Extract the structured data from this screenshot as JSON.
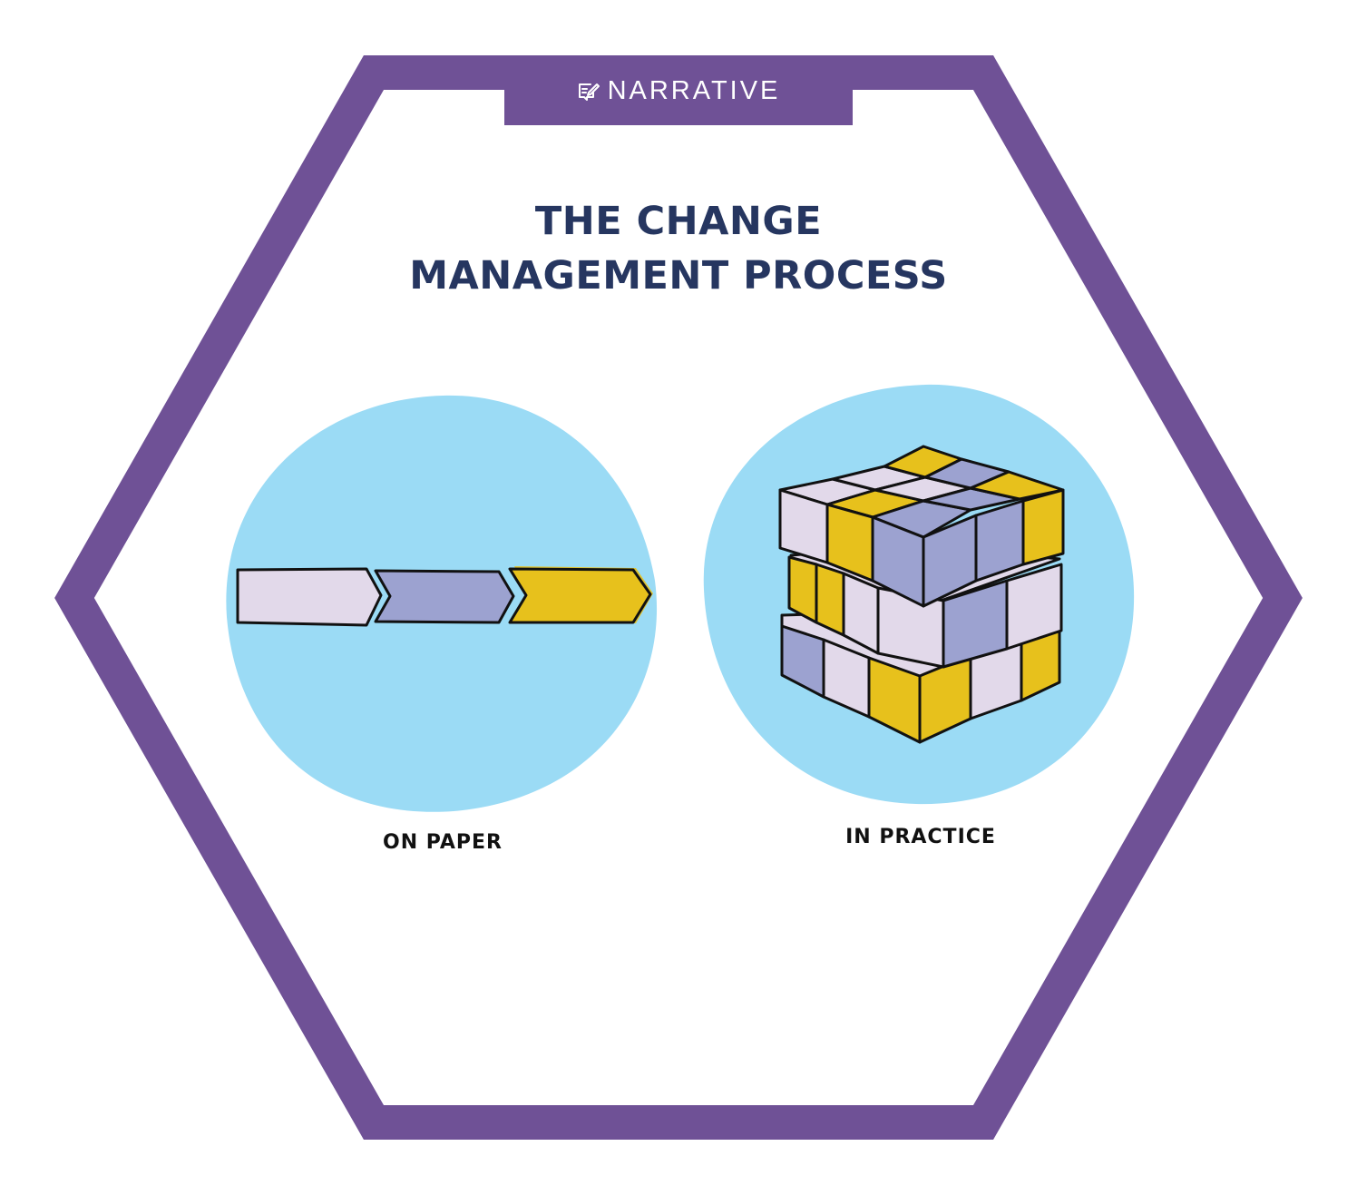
{
  "brand": {
    "name": "NARRATIVE",
    "icon": "pencil-note-icon"
  },
  "title": {
    "line1": "THE CHANGE",
    "line2": "MANAGEMENT PROCESS"
  },
  "panels": {
    "left_caption": "ON PAPER",
    "right_caption": "IN PRACTICE"
  },
  "colors": {
    "frame": "#6f5196",
    "title": "#263660",
    "circle": "#9bdbf5",
    "lilac": "#e2d9ea",
    "periwinkle": "#9ca2d0",
    "mustard": "#e7c11c",
    "outline": "#111111"
  }
}
